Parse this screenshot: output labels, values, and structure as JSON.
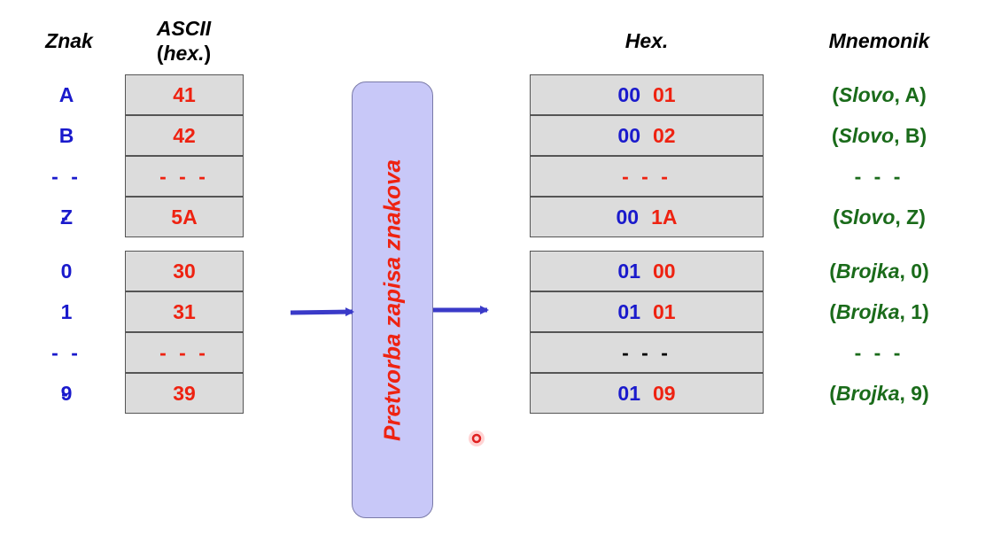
{
  "headers": {
    "znak": "Znak",
    "ascii_line1": "ASCII",
    "ascii_paren_open": "(",
    "ascii_line2": "hex.",
    "ascii_paren_close": ")",
    "hex": "Hex.",
    "mnemonik": "Mnemonik"
  },
  "converter_label": "Pretvorba zapisa znakova",
  "znak": [
    "A",
    "B",
    "- - -",
    "Z",
    "0",
    "1",
    "- - -",
    "9"
  ],
  "ascii": [
    "41",
    "42",
    "- - -",
    "5A",
    "30",
    "31",
    "- - -",
    "39"
  ],
  "hex": [
    {
      "hi": "00",
      "lo": "01"
    },
    {
      "hi": "00",
      "lo": "02"
    },
    {
      "dots": "- - -"
    },
    {
      "hi": "00",
      "lo": "1A"
    },
    {
      "hi": "01",
      "lo": "00"
    },
    {
      "hi": "01",
      "lo": "01"
    },
    {
      "dots": "- - -"
    },
    {
      "hi": "01",
      "lo": "09"
    }
  ],
  "mnemonik": [
    {
      "open": "(",
      "class": "Slovo",
      "sep": ", ",
      "value": "A",
      "close": ")"
    },
    {
      "open": "(",
      "class": "Slovo",
      "sep": ", ",
      "value": "B",
      "close": ")"
    },
    {
      "dots": "- - -"
    },
    {
      "open": "(",
      "class": "Slovo",
      "sep": ", ",
      "value": "Z",
      "close": ")"
    },
    {
      "open": "(",
      "class": "Brojka",
      "sep": ", ",
      "value": "0",
      "close": ")"
    },
    {
      "open": "(",
      "class": "Brojka",
      "sep": ", ",
      "value": "1",
      "close": ")"
    },
    {
      "dots": "- - -"
    },
    {
      "open": "(",
      "class": "Brojka",
      "sep": ", ",
      "value": "9",
      "close": ")"
    }
  ],
  "colors": {
    "znak": "#1a1acc",
    "ascii": "#ee2211",
    "hex_hi": "#1a1acc",
    "hex_lo": "#ee2211",
    "mnemonik": "#1a6b1a",
    "converter_fill": "#c8c8f8",
    "arrow": "#3a3ac8"
  }
}
